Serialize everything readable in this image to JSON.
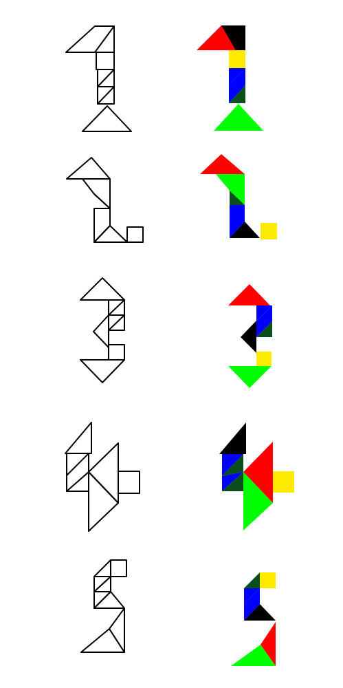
{
  "colors": {
    "background": "#ffffff",
    "outline": "#000000",
    "red": "#ff0000",
    "black": "#000000",
    "yellow": "#ffeb00",
    "blue": "#0000ff",
    "dark_green": "#0b4f1d",
    "green": "#00ff00"
  },
  "figures": [
    {
      "id": "figure-1",
      "has_outline": true,
      "has_colored": true
    },
    {
      "id": "figure-2",
      "has_outline": true,
      "has_colored": true
    },
    {
      "id": "figure-3",
      "has_outline": true,
      "has_colored": true
    },
    {
      "id": "figure-4",
      "has_outline": true,
      "has_colored": true
    },
    {
      "id": "figure-5",
      "has_outline": true,
      "has_colored": true
    }
  ]
}
